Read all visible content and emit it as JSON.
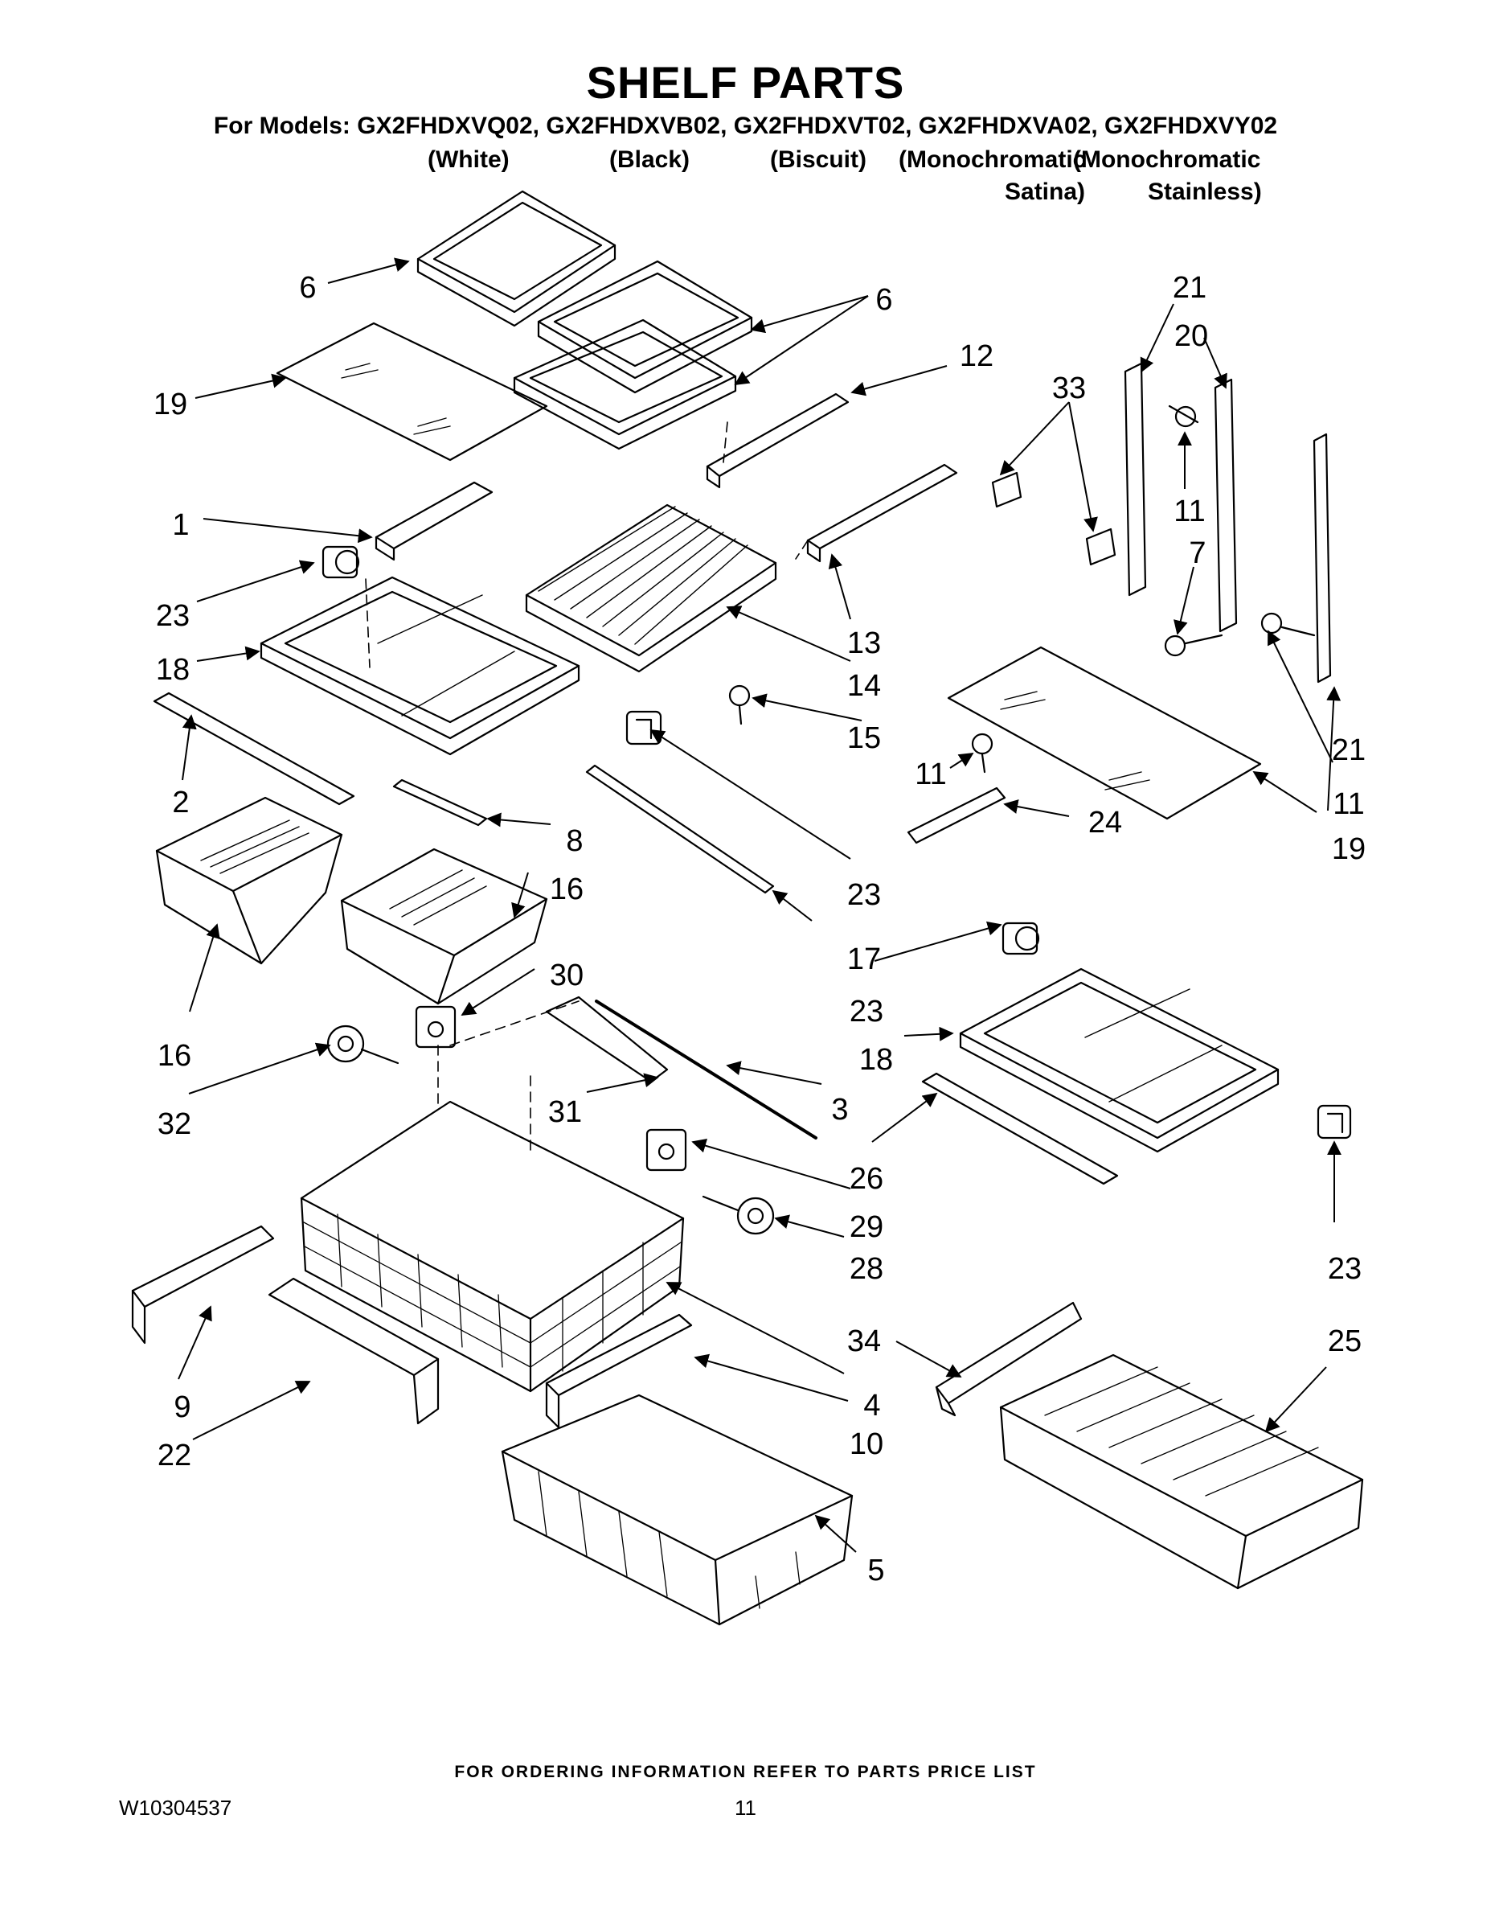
{
  "page": {
    "title": "SHELF PARTS",
    "models_line": "For Models: GX2FHDXVQ02, GX2FHDXVB02, GX2FHDXVT02, GX2FHDXVA02, GX2FHDXVY02",
    "variants": {
      "white": "(White)",
      "black": "(Black)",
      "biscuit": "(Biscuit)",
      "mono_satina_1": "(Monochromatic",
      "mono_satina_2": "Satina)",
      "mono_stainless_1": "(Monochromatic",
      "mono_stainless_2": "Stainless)"
    },
    "footer_note": "FOR ORDERING INFORMATION REFER TO PARTS PRICE LIST",
    "document_number": "W10304537",
    "page_number": "11"
  },
  "callouts": {
    "c6a": "6",
    "c6b": "6",
    "c19a": "19",
    "c12": "12",
    "c33": "33",
    "c21a": "21",
    "c20": "20",
    "c11a": "11",
    "c7": "7",
    "c1": "1",
    "c23a": "23",
    "c18a": "18",
    "c13": "13",
    "c14": "14",
    "c15": "15",
    "c2": "2",
    "c11b": "11",
    "c24": "24",
    "c21b": "21",
    "c11c": "11",
    "c19b": "19",
    "c8": "8",
    "c16a": "16",
    "c16b": "16",
    "c23b": "23",
    "c17": "17",
    "c30": "30",
    "c23c": "23",
    "c18b": "18",
    "c32": "32",
    "c31": "31",
    "c3": "3",
    "c26": "26",
    "c29": "29",
    "c28": "28",
    "c23d": "23",
    "c9": "9",
    "c22": "22",
    "c4": "4",
    "c10": "10",
    "c34": "34",
    "c25": "25",
    "c5": "5"
  }
}
